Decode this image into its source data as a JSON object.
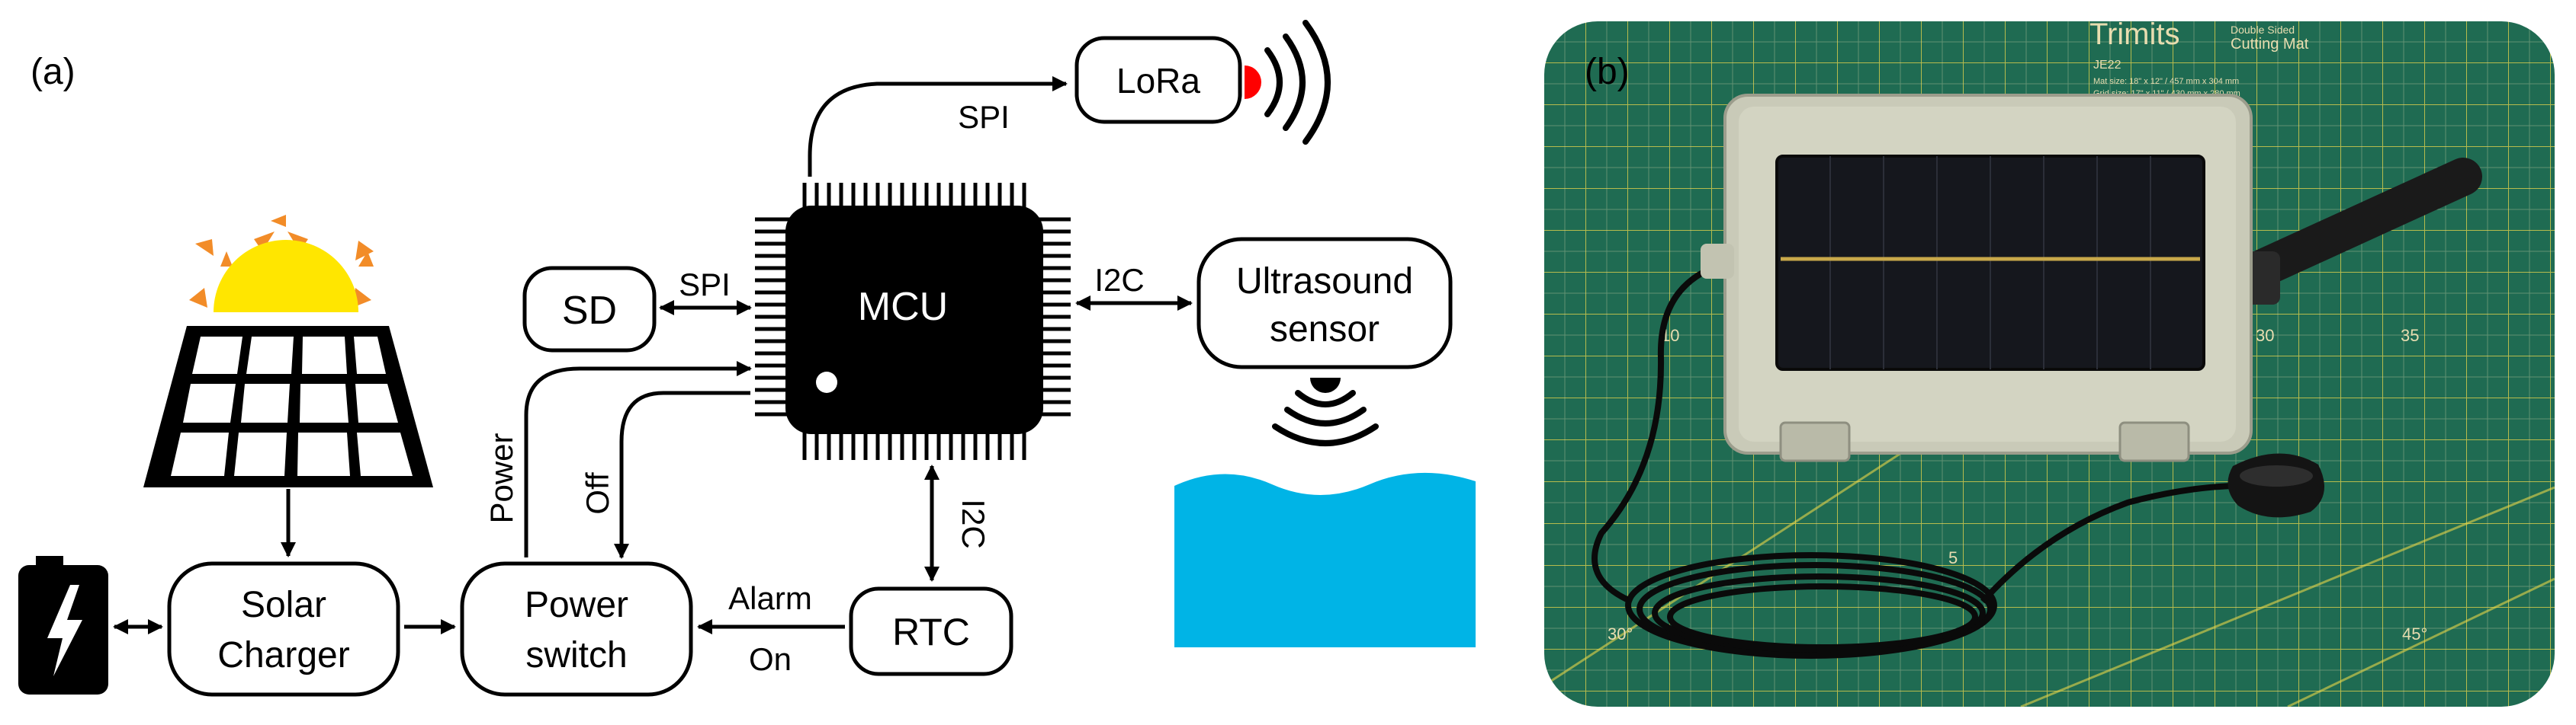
{
  "panel_a": {
    "label": "(a)",
    "blocks": {
      "lora": "LoRa",
      "mcu": "MCU",
      "sd": "SD",
      "ultrasound_line1": "Ultrasound",
      "ultrasound_line2": "sensor",
      "solar_line1": "Solar",
      "solar_line2": "Charger",
      "power_line1": "Power",
      "power_line2": "switch",
      "rtc": "RTC"
    },
    "connections": {
      "mcu_lora": "SPI",
      "mcu_sd": "SPI",
      "mcu_ultrasound": "I2C",
      "mcu_rtc": "I2C",
      "power": "Power",
      "off": "Off",
      "alarm": "Alarm",
      "on": "On"
    }
  },
  "panel_b": {
    "label": "(b)",
    "mat_brand": "Trimits",
    "mat_title_line1": "Double Sided",
    "mat_title_line2": "Cutting Mat",
    "mat_code": "JE22",
    "mat_size_line1": "Mat size: 18\" x 12\" / 457 mm x 304 mm",
    "mat_size_line2": "Grid size: 17\" x 11\" / 430 mm x 280 mm",
    "ruler_marks": [
      "10",
      "30",
      "35",
      "5",
      "30°",
      "45°"
    ]
  },
  "colors": {
    "mat_green": "#1f6b52",
    "sun_yellow": "#ffe600",
    "sun_rays": "#f28c28",
    "water": "#00b4e6",
    "lora_signal": "#ff0000"
  }
}
